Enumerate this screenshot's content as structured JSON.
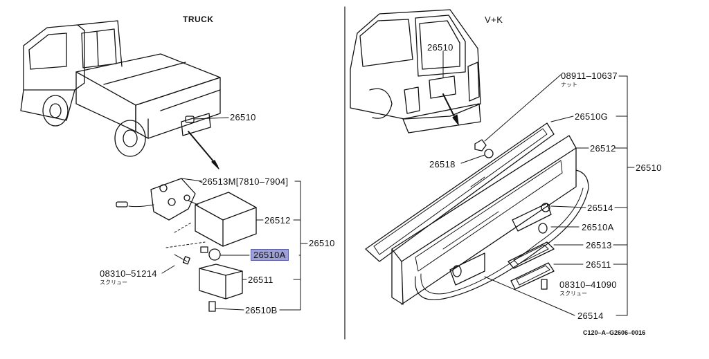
{
  "sections": {
    "left": {
      "title": "TRUCK"
    },
    "right": {
      "title": "V+K"
    }
  },
  "left_labels": {
    "p26510_top": "26510",
    "p26513m": "26513M[7810–7904]",
    "p26512": "26512",
    "p26510_group": "26510",
    "p26510a": "26510A",
    "p08310_51214": "08310–51214",
    "p08310_51214_sub": "スクリュー",
    "p26511": "26511",
    "p26510b": "26510B"
  },
  "right_labels": {
    "p26510_van": "26510",
    "p08911": "08911–10637",
    "p08911_sub": "ナット",
    "p26510g": "26510G",
    "p26518": "26518",
    "p26512": "26512",
    "p26510_group": "26510",
    "p26514_a": "26514",
    "p26510a": "26510A",
    "p26513": "26513",
    "p26511": "26511",
    "p08310_41090": "08310–41090",
    "p08310_41090_sub": "スクリュー",
    "p26514_b": "26514"
  },
  "highlighted_part": "26510A",
  "diagram_code": "C120–A–G2606–0016"
}
